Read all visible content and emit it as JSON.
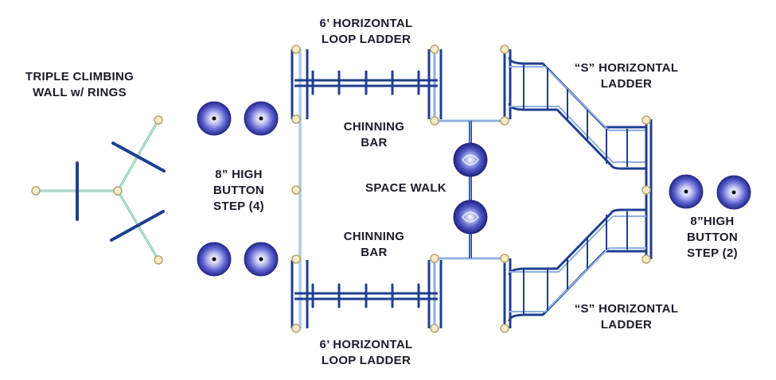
{
  "labels": {
    "triple_climbing_wall": [
      "TRIPLE CLIMBING",
      "WALL w/ RINGS"
    ],
    "button_step_4": [
      "8” HIGH",
      "BUTTON",
      "STEP (4)"
    ],
    "loop_ladder_top": [
      "6’ HORIZONTAL",
      "LOOP LADDER"
    ],
    "loop_ladder_bottom": [
      "6’ HORIZONTAL",
      "LOOP LADDER"
    ],
    "chinning_bar_top": [
      "CHINNING",
      "BAR"
    ],
    "chinning_bar_bottom": [
      "CHINNING",
      "BAR"
    ],
    "space_walk": [
      "SPACE WALK"
    ],
    "s_ladder_top": [
      "“S” HORIZONTAL",
      "LADDER"
    ],
    "s_ladder_bottom": [
      "“S” HORIZONTAL",
      "LADDER"
    ],
    "button_step_2": [
      "8”HIGH",
      "BUTTON",
      "STEP (2)"
    ]
  },
  "colors": {
    "pipe_blue": "#1e3f8f",
    "pipe_light": "#8fb0e0",
    "wall_green": "#7fc4b0",
    "post_fill": "#f4ecc8",
    "post_ring": "#b3a66e",
    "step_blue": "#3a3fb0"
  }
}
